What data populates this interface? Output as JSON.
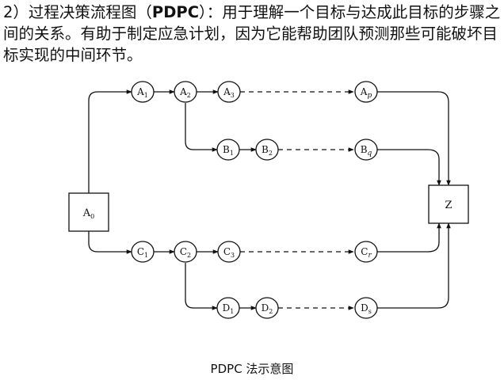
{
  "intro": {
    "prefix": "2）过程决策流程图（",
    "keyword": "PDPC",
    "body": "）：用于理解一个目标与达成此目标的步骤之间的关系。有助于制定应急计划，因为它能帮助团队预测那些可能破坏目标实现的中间环节。"
  },
  "caption": "PDPC 法示意图",
  "diagram": {
    "start_node": {
      "base": "A",
      "sub": "0"
    },
    "end_node": {
      "label": "Z"
    },
    "chains": [
      {
        "name": "A",
        "nodes": [
          {
            "base": "A",
            "sub": "1"
          },
          {
            "base": "A",
            "sub": "2"
          },
          {
            "base": "A",
            "sub": "3"
          }
        ],
        "last": {
          "base": "A",
          "sub": "p"
        }
      },
      {
        "name": "B",
        "nodes": [
          {
            "base": "B",
            "sub": "1"
          },
          {
            "base": "B",
            "sub": "2"
          }
        ],
        "last": {
          "base": "B",
          "sub": "q"
        }
      },
      {
        "name": "C",
        "nodes": [
          {
            "base": "C",
            "sub": "1"
          },
          {
            "base": "C",
            "sub": "2"
          },
          {
            "base": "C",
            "sub": "3"
          }
        ],
        "last": {
          "base": "C",
          "sub": "r"
        }
      },
      {
        "name": "D",
        "nodes": [
          {
            "base": "D",
            "sub": "1"
          },
          {
            "base": "D",
            "sub": "2"
          }
        ],
        "last": {
          "base": "D",
          "sub": "s"
        }
      }
    ]
  }
}
